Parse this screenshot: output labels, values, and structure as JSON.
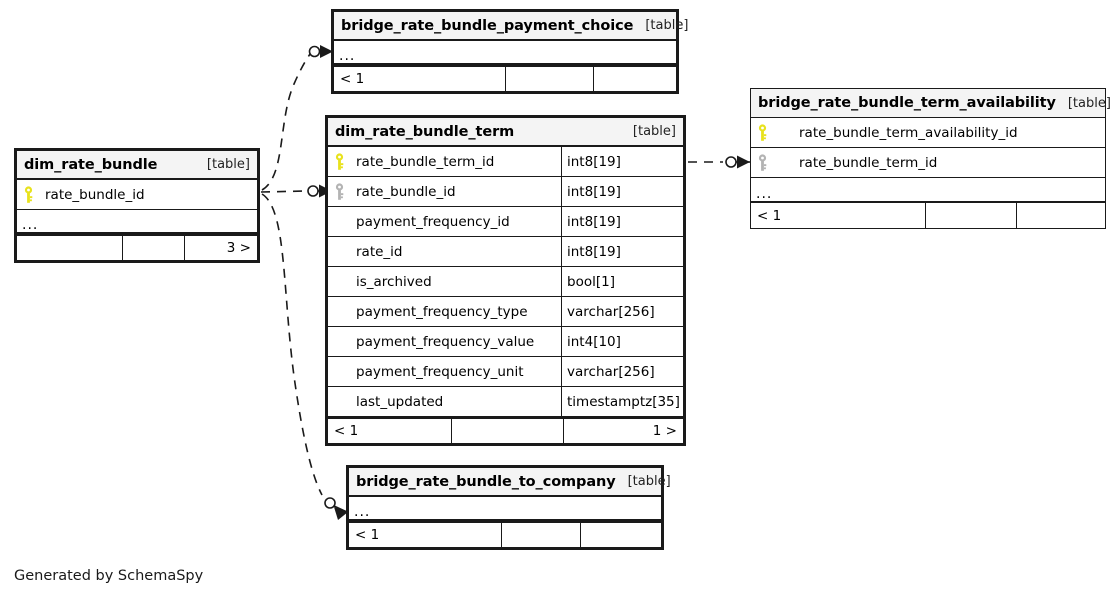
{
  "diagram": {
    "caption": "Generated by SchemaSpy",
    "table_tag": "[table]",
    "ellipsis": "...",
    "colors": {
      "primary_key": "#e8e21c",
      "foreign_key": "#b3b3b3",
      "border": "#1a1a1a",
      "header_bg": "#f4f4f4",
      "background": "#ffffff"
    }
  },
  "tables": {
    "bridge_rate_bundle_payment_choice": {
      "name": "bridge_rate_bundle_payment_choice",
      "tag": "[table]",
      "ellipsis": "...",
      "footer": {
        "left": "< 1",
        "middle": "",
        "right": ""
      }
    },
    "dim_rate_bundle": {
      "name": "dim_rate_bundle",
      "tag": "[table]",
      "ellipsis": "...",
      "columns": [
        {
          "key": "primary-key",
          "name": "rate_bundle_id",
          "type": ""
        }
      ],
      "footer": {
        "left": "",
        "middle": "",
        "right": "3 >"
      }
    },
    "dim_rate_bundle_term": {
      "name": "dim_rate_bundle_term",
      "tag": "[table]",
      "columns": [
        {
          "key": "primary-key",
          "name": "rate_bundle_term_id",
          "type": "int8[19]"
        },
        {
          "key": "foreign-key",
          "name": "rate_bundle_id",
          "type": "int8[19]"
        },
        {
          "key": "none",
          "name": "payment_frequency_id",
          "type": "int8[19]"
        },
        {
          "key": "none",
          "name": "rate_id",
          "type": "int8[19]"
        },
        {
          "key": "none",
          "name": "is_archived",
          "type": "bool[1]"
        },
        {
          "key": "none",
          "name": "payment_frequency_type",
          "type": "varchar[256]"
        },
        {
          "key": "none",
          "name": "payment_frequency_value",
          "type": "int4[10]"
        },
        {
          "key": "none",
          "name": "payment_frequency_unit",
          "type": "varchar[256]"
        },
        {
          "key": "none",
          "name": "last_updated",
          "type": "timestamptz[35]"
        }
      ],
      "footer": {
        "left": "< 1",
        "middle": "",
        "right": "1 >"
      }
    },
    "bridge_rate_bundle_term_availability": {
      "name": "bridge_rate_bundle_term_availability",
      "tag": "[table]",
      "ellipsis": "...",
      "columns": [
        {
          "key": "primary-key",
          "name": "rate_bundle_term_availability_id"
        },
        {
          "key": "foreign-key",
          "name": "rate_bundle_term_id"
        }
      ],
      "footer": {
        "left": "< 1",
        "middle": "",
        "right": ""
      }
    },
    "bridge_rate_bundle_to_company": {
      "name": "bridge_rate_bundle_to_company",
      "tag": "[table]",
      "ellipsis": "...",
      "footer": {
        "left": "< 1",
        "middle": "",
        "right": ""
      }
    }
  },
  "relationships": [
    {
      "from": "dim_rate_bundle",
      "to": "bridge_rate_bundle_payment_choice",
      "style": "dashed"
    },
    {
      "from": "dim_rate_bundle",
      "to": "dim_rate_bundle_term",
      "style": "dashed"
    },
    {
      "from": "dim_rate_bundle",
      "to": "bridge_rate_bundle_to_company",
      "style": "dashed"
    },
    {
      "from": "dim_rate_bundle_term",
      "to": "bridge_rate_bundle_term_availability",
      "style": "dashed"
    }
  ]
}
